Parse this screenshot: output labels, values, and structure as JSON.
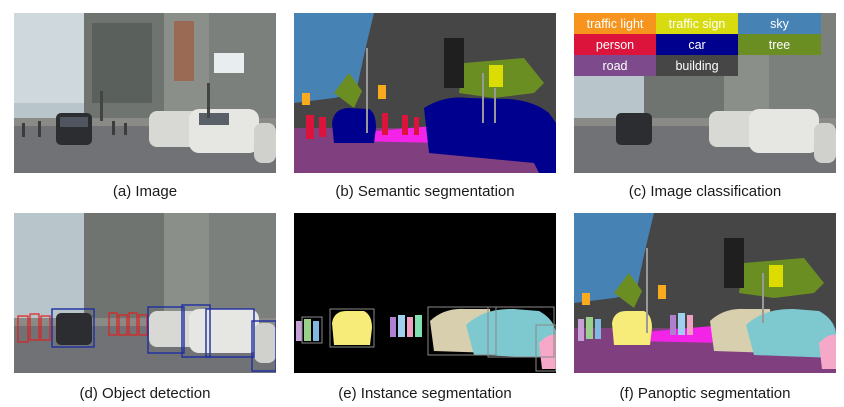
{
  "captions": {
    "a": "(a) Image",
    "b": "(b) Semantic segmentation",
    "c": "(c) Image classification",
    "d": "(d) Object detection",
    "e": "(e) Instance segmentation",
    "f": "(f) Panoptic segmentation"
  },
  "classification": [
    {
      "label": "traffic light",
      "color": "#f7941d"
    },
    {
      "label": "traffic sign",
      "color": "#d7db0f"
    },
    {
      "label": "sky",
      "color": "#4682b4"
    },
    {
      "label": "person",
      "color": "#dc143c"
    },
    {
      "label": "car",
      "color": "#00008e"
    },
    {
      "label": "tree",
      "color": "#6b8e23"
    },
    {
      "label": "road",
      "color": "#7d4a8c"
    },
    {
      "label": "building",
      "color": "#464646"
    }
  ],
  "colors": {
    "sky": "#4682b4",
    "building": "#464646",
    "road": "#804080",
    "sidewalk": "#f423e8",
    "vegetation": "#6b8e23",
    "car": "#00008e",
    "person": "#dc143c",
    "pole": "#999999",
    "traffic_light": "#faaa1e",
    "traffic_sign": "#dcdc00",
    "box": "#1e2da0"
  }
}
